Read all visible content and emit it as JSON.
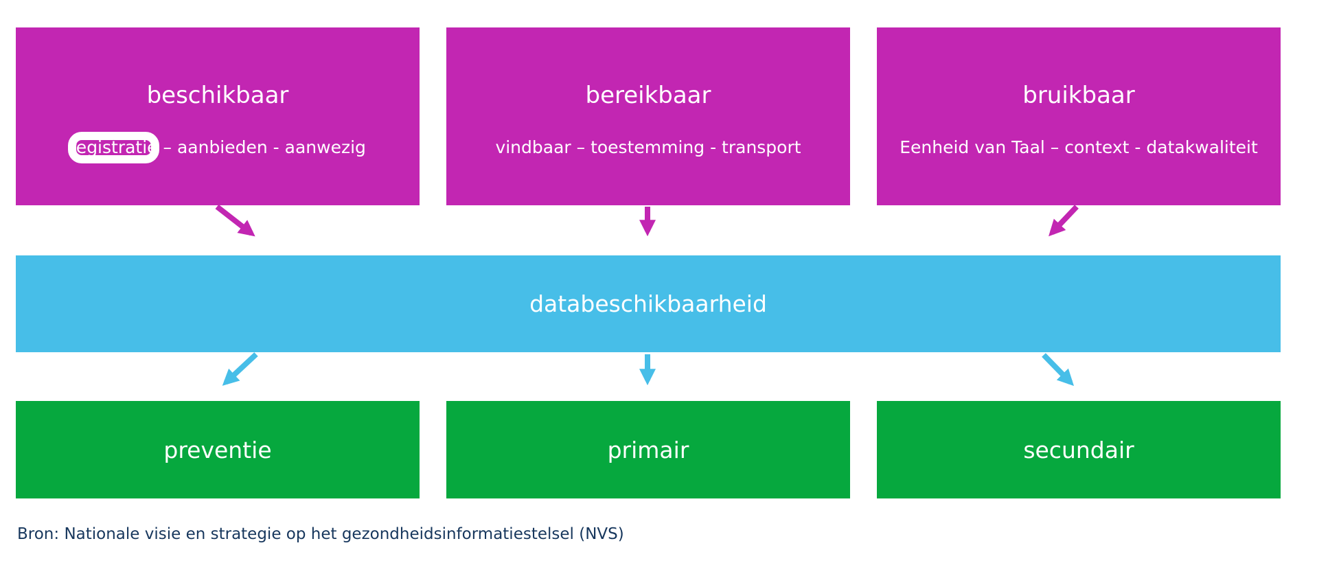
{
  "colors": {
    "magenta": "#C226B2",
    "blue": "#47BEE8",
    "green": "#06A83E",
    "navy": "#17375D",
    "white": "#FFFFFF"
  },
  "top_row": [
    {
      "title": "beschikbaar",
      "subtitle_highlight": "registratie",
      "subtitle_rest": " – aanbieden - aanwezig"
    },
    {
      "title": "bereikbaar",
      "subtitle": "vindbaar – toestemming - transport"
    },
    {
      "title": "bruikbaar",
      "subtitle": "Eenheid van Taal – context - datakwaliteit"
    }
  ],
  "middle_bar": {
    "label": "databeschikbaarheid"
  },
  "bottom_row": [
    {
      "label": "preventie"
    },
    {
      "label": "primair"
    },
    {
      "label": "secundair"
    }
  ],
  "source_note": "Bron: Nationale visie en strategie op het gezondheidsinformatiestelsel (NVS)"
}
